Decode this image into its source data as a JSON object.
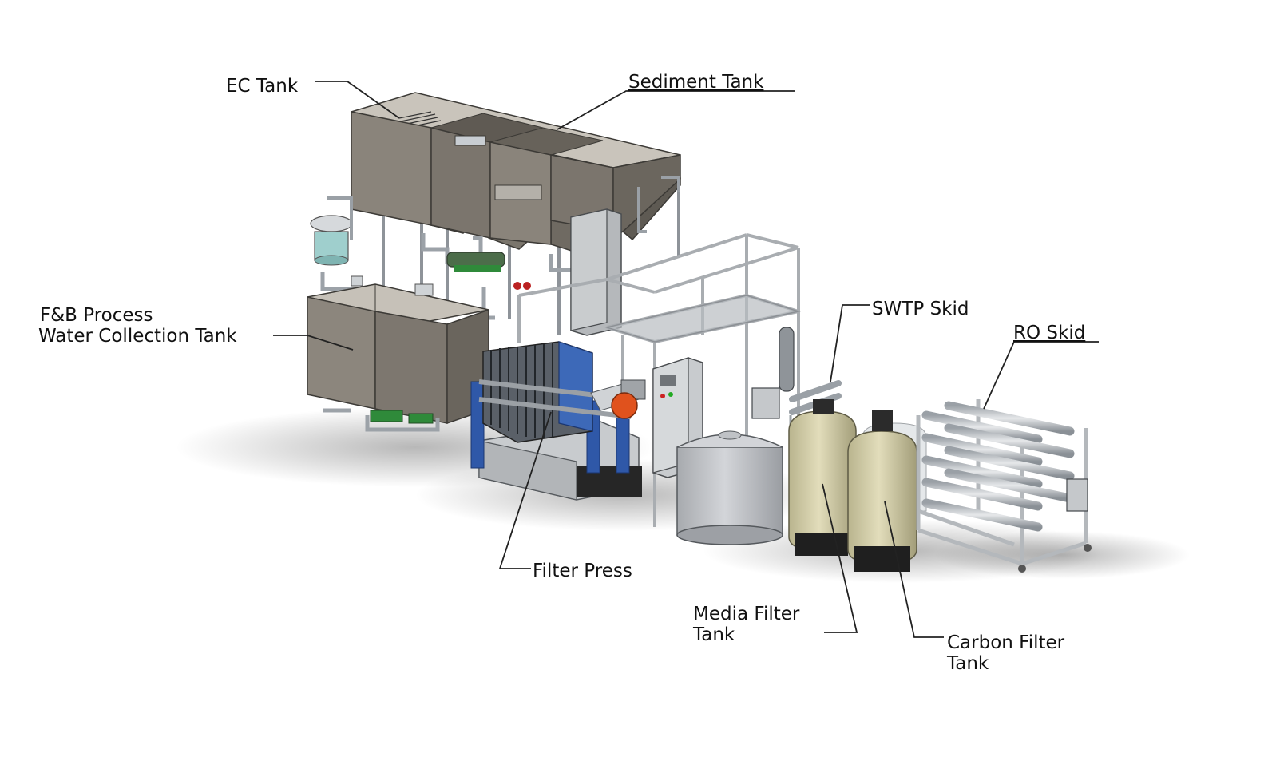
{
  "labels": {
    "ec_tank": "EC Tank",
    "sediment_tank": "Sediment Tank",
    "fb_line1": "F&B Process",
    "fb_line2": "Water Collection Tank",
    "swtp_skid": "SWTP Skid",
    "ro_skid": "RO Skid",
    "filter_press": "Filter Press",
    "media_line1": "Media Filter",
    "media_line2": "Tank",
    "carbon_line1": "Carbon Filter",
    "carbon_line2": "Tank"
  },
  "colors": {
    "tank_dark": "#6e6860",
    "tank_mid": "#8a847b",
    "tank_light": "#a49e95",
    "frame": "#b9bcbf",
    "press_blue": "#2f58a8",
    "press_orange": "#e0521d",
    "vessel_beige": "#d8d3ae",
    "water_tank": "#c6c8cc"
  }
}
